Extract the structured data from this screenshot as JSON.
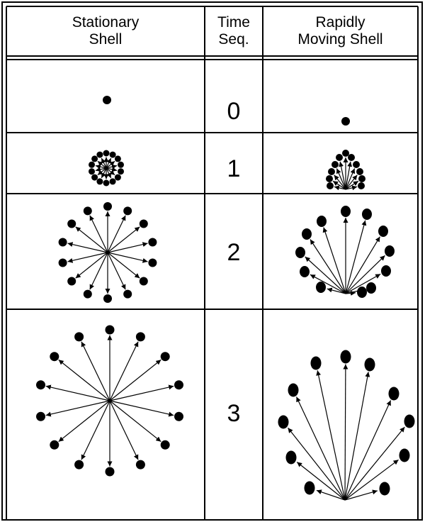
{
  "table": {
    "headers": {
      "stationary": [
        "Stationary",
        "Shell"
      ],
      "time": [
        "Time",
        "Seq."
      ],
      "moving": [
        "Rapidly",
        "Moving Shell"
      ]
    },
    "rows": [
      {
        "time": "0"
      },
      {
        "time": "1"
      },
      {
        "time": "2"
      },
      {
        "time": "3"
      }
    ]
  },
  "colors": {
    "ink": "#000000",
    "background": "#ffffff"
  }
}
